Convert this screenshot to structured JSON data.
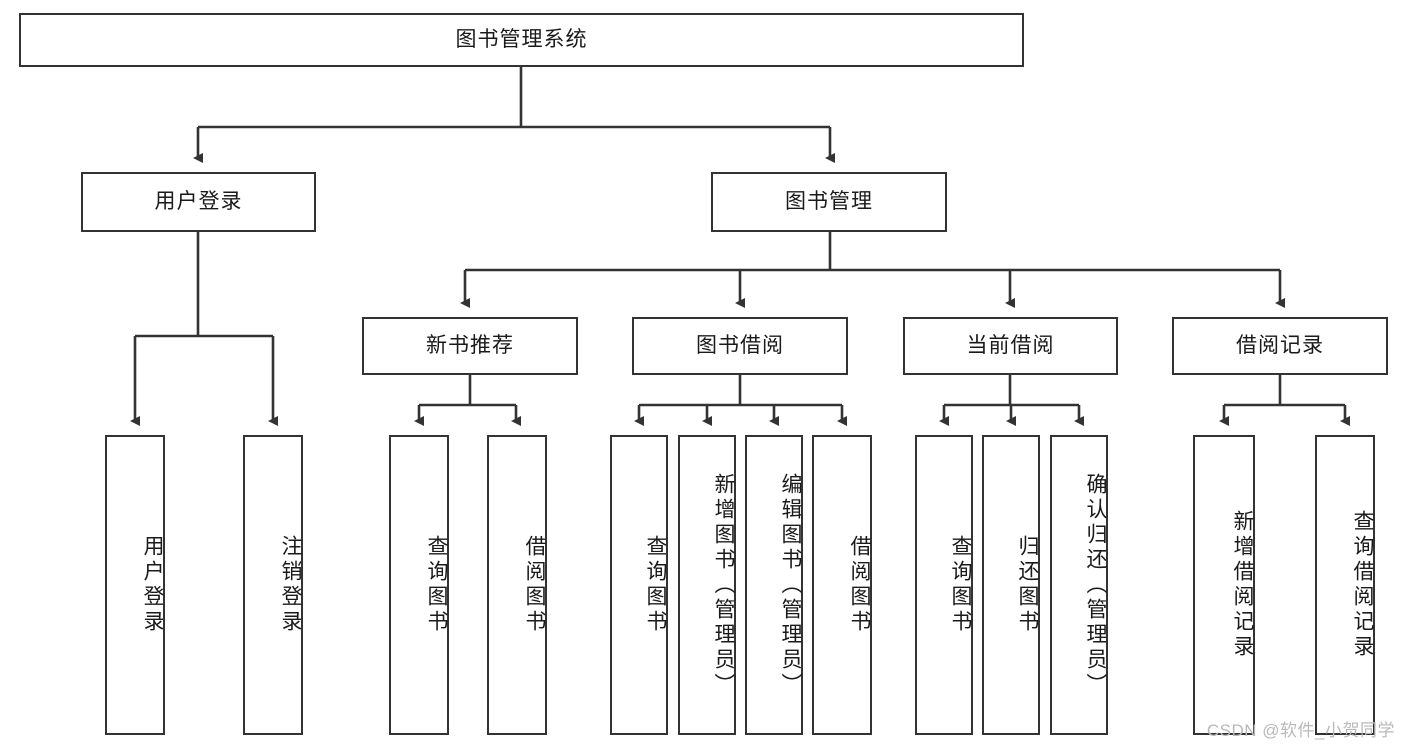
{
  "diagram": {
    "type": "tree-hierarchy",
    "title": "图书管理系统",
    "root": {
      "id": "root",
      "label": "图书管理系统"
    },
    "level2": [
      {
        "id": "user-login",
        "label": "用户登录"
      },
      {
        "id": "book-manage",
        "label": "图书管理"
      }
    ],
    "level3": [
      {
        "id": "new-book-rec",
        "label": "新书推荐",
        "parent": "book-manage"
      },
      {
        "id": "book-borrow",
        "label": "图书借阅",
        "parent": "book-manage"
      },
      {
        "id": "current-borrow",
        "label": "当前借阅",
        "parent": "book-manage"
      },
      {
        "id": "borrow-record",
        "label": "借阅记录",
        "parent": "book-manage"
      }
    ],
    "leaves": [
      {
        "id": "leaf-user-login",
        "label": "用户登录",
        "parent": "user-login"
      },
      {
        "id": "leaf-logout",
        "label": "注销登录",
        "parent": "user-login"
      },
      {
        "id": "leaf-query-book-1",
        "label": "查询图书",
        "parent": "new-book-rec"
      },
      {
        "id": "leaf-borrow-book-1",
        "label": "借阅图书",
        "parent": "new-book-rec"
      },
      {
        "id": "leaf-query-book-2",
        "label": "查询图书",
        "parent": "book-borrow"
      },
      {
        "id": "leaf-add-book",
        "label": "新增图书（管理员）",
        "parent": "book-borrow"
      },
      {
        "id": "leaf-edit-book",
        "label": "编辑图书（管理员）",
        "parent": "book-borrow"
      },
      {
        "id": "leaf-borrow-book-2",
        "label": "借阅图书",
        "parent": "book-borrow"
      },
      {
        "id": "leaf-query-book-3",
        "label": "查询图书",
        "parent": "current-borrow"
      },
      {
        "id": "leaf-return-book",
        "label": "归还图书",
        "parent": "current-borrow"
      },
      {
        "id": "leaf-confirm-return",
        "label": "确认归还（管理员）",
        "parent": "current-borrow"
      },
      {
        "id": "leaf-add-record",
        "label": "新增借阅记录",
        "parent": "borrow-record"
      },
      {
        "id": "leaf-query-record",
        "label": "查询借阅记录",
        "parent": "borrow-record"
      }
    ],
    "colors": {
      "stroke": "#333333",
      "fill": "#ffffff",
      "text": "#1a1a1a",
      "watermark": "#b9b9b9"
    }
  },
  "watermark": {
    "text": "CSDN @软件_小贺同学"
  }
}
